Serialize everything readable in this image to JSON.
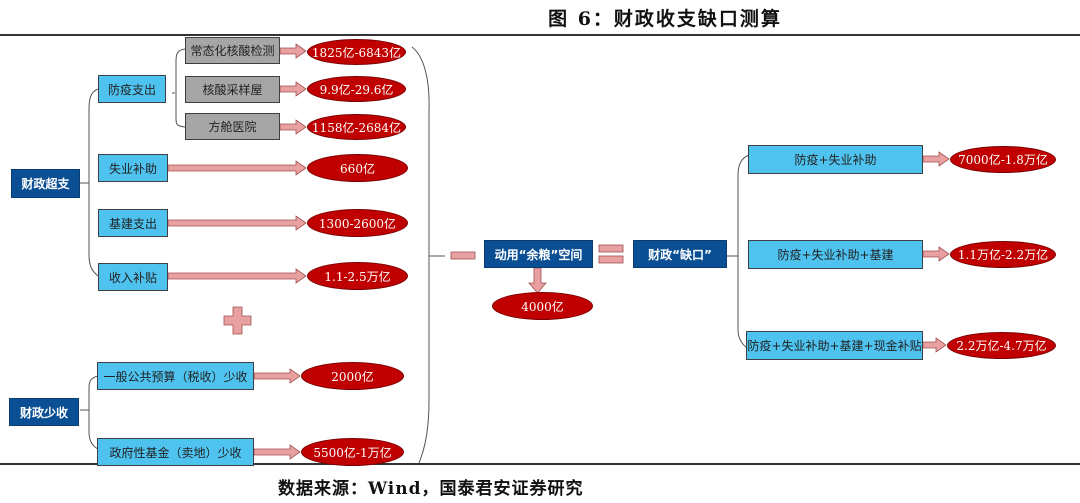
{
  "title": "图 6：财政收支缺口测算",
  "footer": "数据来源：Wind，国泰君安证券研究",
  "colors": {
    "navy": "#0a4f94",
    "cyan": "#4fc3f0",
    "gray": "#a6a6a6",
    "red": "#c00000",
    "arrow": "#e8a0a0"
  },
  "overspend": {
    "label": "财政超支",
    "epidemic": {
      "label": "防疫支出",
      "items": [
        {
          "label": "常态化核酸检测",
          "value": "1825亿-6843亿"
        },
        {
          "label": "核酸采样屋",
          "value": "9.9亿-29.6亿"
        },
        {
          "label": "方舱医院",
          "value": "1158亿-2684亿"
        }
      ]
    },
    "items": [
      {
        "label": "失业补助",
        "value": "660亿"
      },
      {
        "label": "基建支出",
        "value": "1300-2600亿"
      },
      {
        "label": "收入补贴",
        "value": "1.1-2.5万亿"
      }
    ]
  },
  "plus_sign": "plus-icon",
  "underrevenue": {
    "label": "财政少收",
    "items": [
      {
        "label": "一般公共预算（税收）少收",
        "value": "2000亿"
      },
      {
        "label": "政府性基金（卖地）少收",
        "value": "5500亿-1万亿"
      }
    ]
  },
  "minus_sign": "minus-icon",
  "reserve": {
    "label": "动用“余粮”空间",
    "value": "4000亿"
  },
  "equals_sign": "equals-icon",
  "gap": {
    "label": "财政“缺口”",
    "scenarios": [
      {
        "label": "防疫+失业补助",
        "value": "7000亿-1.8万亿"
      },
      {
        "label": "防疫+失业补助+基建",
        "value": "1.1万亿-2.2万亿"
      },
      {
        "label": "防疫+失业补助+基建+现金补贴",
        "value": "2.2万亿-4.7万亿"
      }
    ]
  }
}
